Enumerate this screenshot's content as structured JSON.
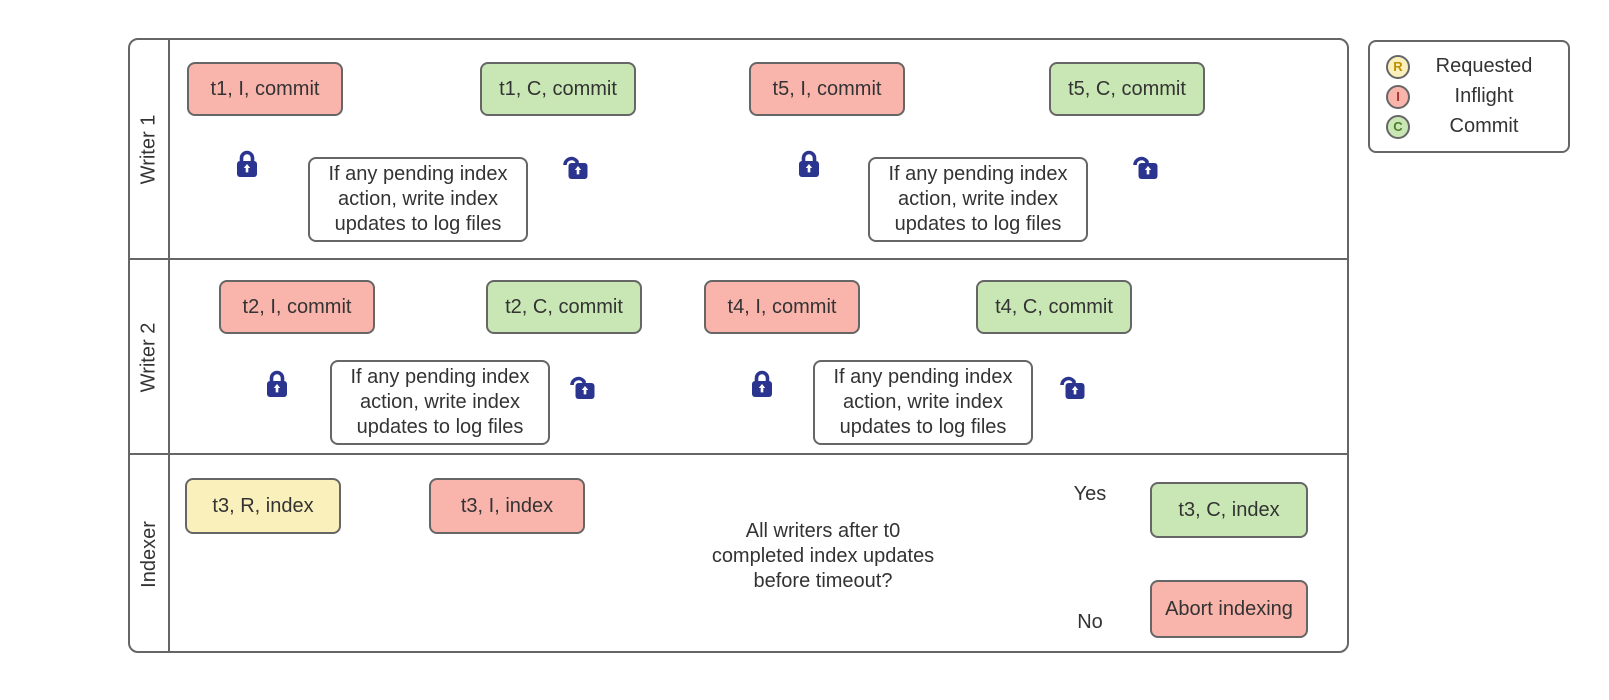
{
  "diagram": {
    "lanes": [
      {
        "label": "Writer 1"
      },
      {
        "label": "Writer 2"
      },
      {
        "label": "Indexer"
      }
    ],
    "nodes": {
      "t1_inflight": "t1, I, commit",
      "t1_commit": "t1, C, commit",
      "t5_inflight": "t5, I, commit",
      "t5_commit": "t5, C, commit",
      "t2_inflight": "t2, I, commit",
      "t2_commit": "t2, C, commit",
      "t4_inflight": "t4, I, commit",
      "t4_commit": "t4, C, commit",
      "t3_requested": "t3, R, index",
      "t3_inflight": "t3, I, index",
      "t3_commit": "t3, C, index",
      "abort": "Abort indexing",
      "process": "If any pending index action, write index updates to log files",
      "decision": "All writers after t0 completed index updates before timeout?"
    },
    "edge_labels": {
      "yes": "Yes",
      "no": "No"
    }
  },
  "legend": {
    "items": [
      {
        "letter": "R",
        "label": "Requested",
        "letter_color": "#bf8f00"
      },
      {
        "letter": "I",
        "label": "Inflight",
        "letter_color": "#a6342a"
      },
      {
        "letter": "C",
        "label": "Commit",
        "letter_color": "#4f7a28"
      }
    ]
  },
  "colors": {
    "stroke": "#666666",
    "text": "#333333",
    "inflight_fill": "#f9b4ac",
    "commit_fill": "#c9e7b4",
    "requested_fill": "#faf0bb",
    "process_fill": "#ffffff",
    "lock": "#2b3590"
  }
}
